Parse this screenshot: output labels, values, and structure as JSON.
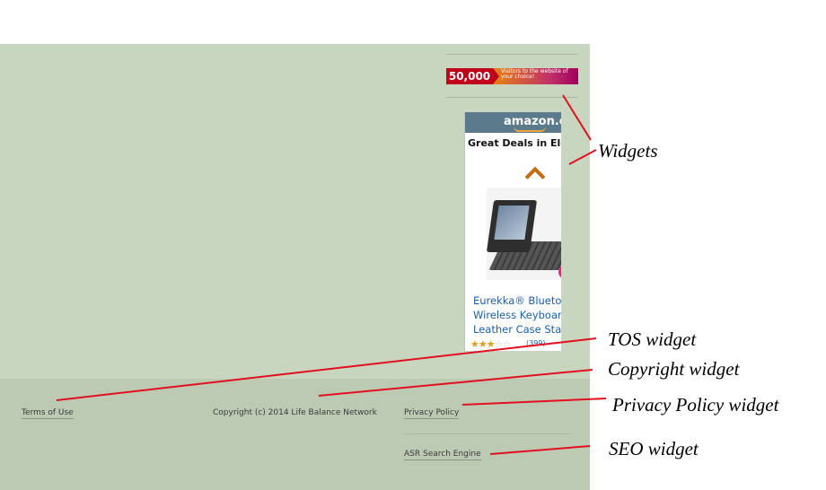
{
  "sidebar": {
    "visitor_banner": {
      "count": "50,000",
      "text": "Visitors to the website of your choice!",
      "colors": {
        "count_bg": "#c0001a",
        "gradient_start": "#e07a1a",
        "gradient_end": "#a0005a"
      }
    },
    "amazon_widget": {
      "logo": "amazon.com",
      "headline": "Great Deals in Electronics",
      "product_lines": [
        "Eurekka® Bluetooth",
        "Wireless Keyboard",
        "Leather Case Stand"
      ],
      "rating_stars": 3,
      "review_count": "(399)",
      "colors": {
        "header_bg": "#5b7b8c",
        "link": "#1a5fa8",
        "arrow": "#c46b14"
      }
    }
  },
  "footer": {
    "terms_of_use": "Terms of Use",
    "copyright": "Copyright (c) 2014 Life Balance Network",
    "privacy_policy": "Privacy Policy",
    "seo_link": "ASR Search Engine"
  },
  "annotations": {
    "widgets": "Widgets",
    "tos": "TOS widget",
    "copyright": "Copyright widget",
    "privacy": "Privacy Policy widget",
    "seo": "SEO widget",
    "line_color": "#e01020"
  },
  "colors": {
    "site_bg": "#c8d6c0",
    "footer_bg": "#bcc9b3"
  }
}
